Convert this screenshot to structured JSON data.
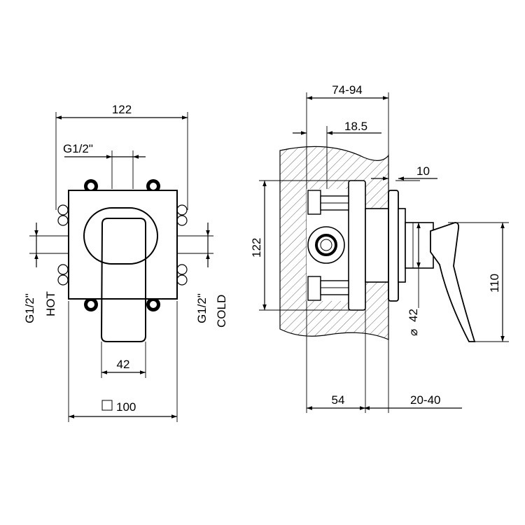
{
  "front_view": {
    "width_label": "122",
    "inlet_label": "G1/2\"",
    "handle_label": "42",
    "square_label": "100",
    "hot_thread": "G1/2\"",
    "hot_label": "HOT",
    "cold_thread": "G1/2\"",
    "cold_label": "COLD"
  },
  "side_view": {
    "depth_range_label": "74-94",
    "offset_label": "18.5",
    "plate_label": "10",
    "height_label": "122",
    "diameter_label": "42",
    "lever_height_label": "110",
    "body_depth_label": "54",
    "projection_label": "20-40"
  }
}
